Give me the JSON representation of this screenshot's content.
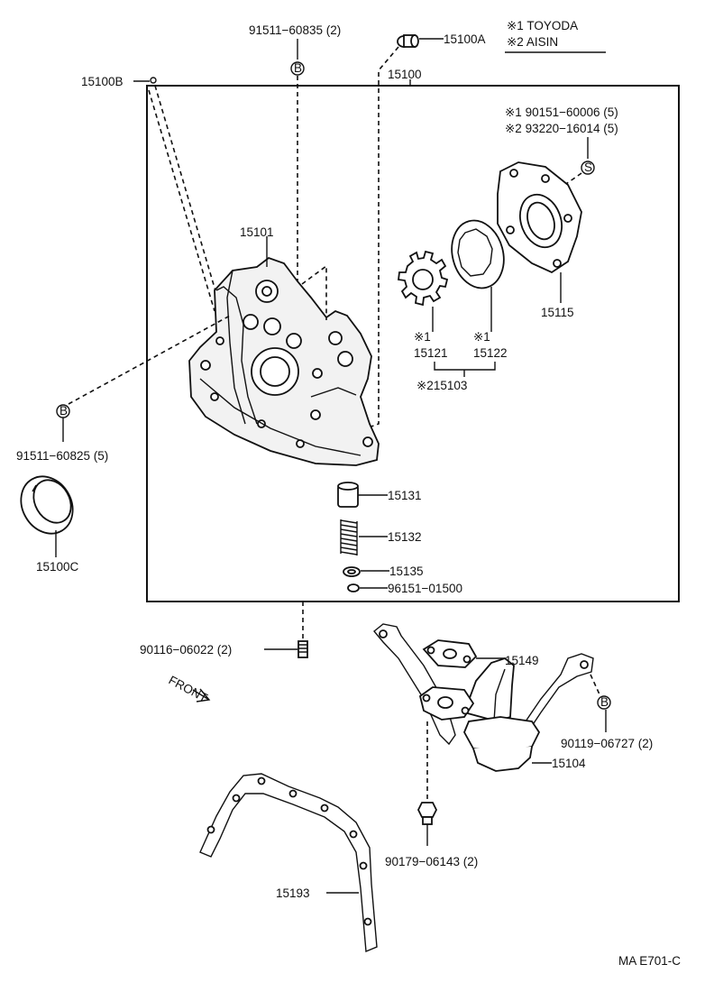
{
  "legend": {
    "line1": "※1 TOYODA",
    "line2": "※2 AISIN"
  },
  "bolt_kit": {
    "line1": "※1  90151−60006 (5)",
    "line2": "※2  93220−16014 (5)"
  },
  "symbols": {
    "b": "B",
    "s": "S",
    "front": "FRONT"
  },
  "parts": {
    "p91511_60835": "91511−60835 (2)",
    "p15100A": "15100A",
    "p15100B": "15100B",
    "p15100": "15100",
    "p15101": "15101",
    "p15115": "15115",
    "p15121_mark": "※1",
    "p15121": "15121",
    "p15122_mark": "※1",
    "p15122": "15122",
    "p15103": "※215103",
    "p91511_60825": "91511−60825 (5)",
    "p15100C": "15100C",
    "p15131": "15131",
    "p15132": "15132",
    "p15135": "15135",
    "p96151_01500": "96151−01500",
    "p90116_06022": "90116−06022 (2)",
    "p15149": "15149",
    "p90119_06727": "90119−06727 (2)",
    "p15104": "15104",
    "p90179_06143": "90179−06143 (2)",
    "p15193": "15193"
  },
  "footer": {
    "code": "MA E701-C"
  }
}
